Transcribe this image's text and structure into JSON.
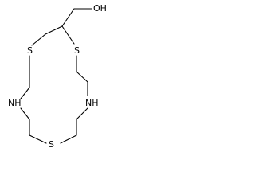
{
  "molecule": {
    "atoms": {
      "sulfur_left": "S",
      "sulfur_right": "S",
      "sulfur_bottom": "S",
      "amine_left": "NH",
      "amine_right": "NH",
      "hydroxyl": "OH"
    },
    "colors": {
      "bond": "#000000",
      "label": "#000000",
      "background": "#ffffff"
    }
  }
}
